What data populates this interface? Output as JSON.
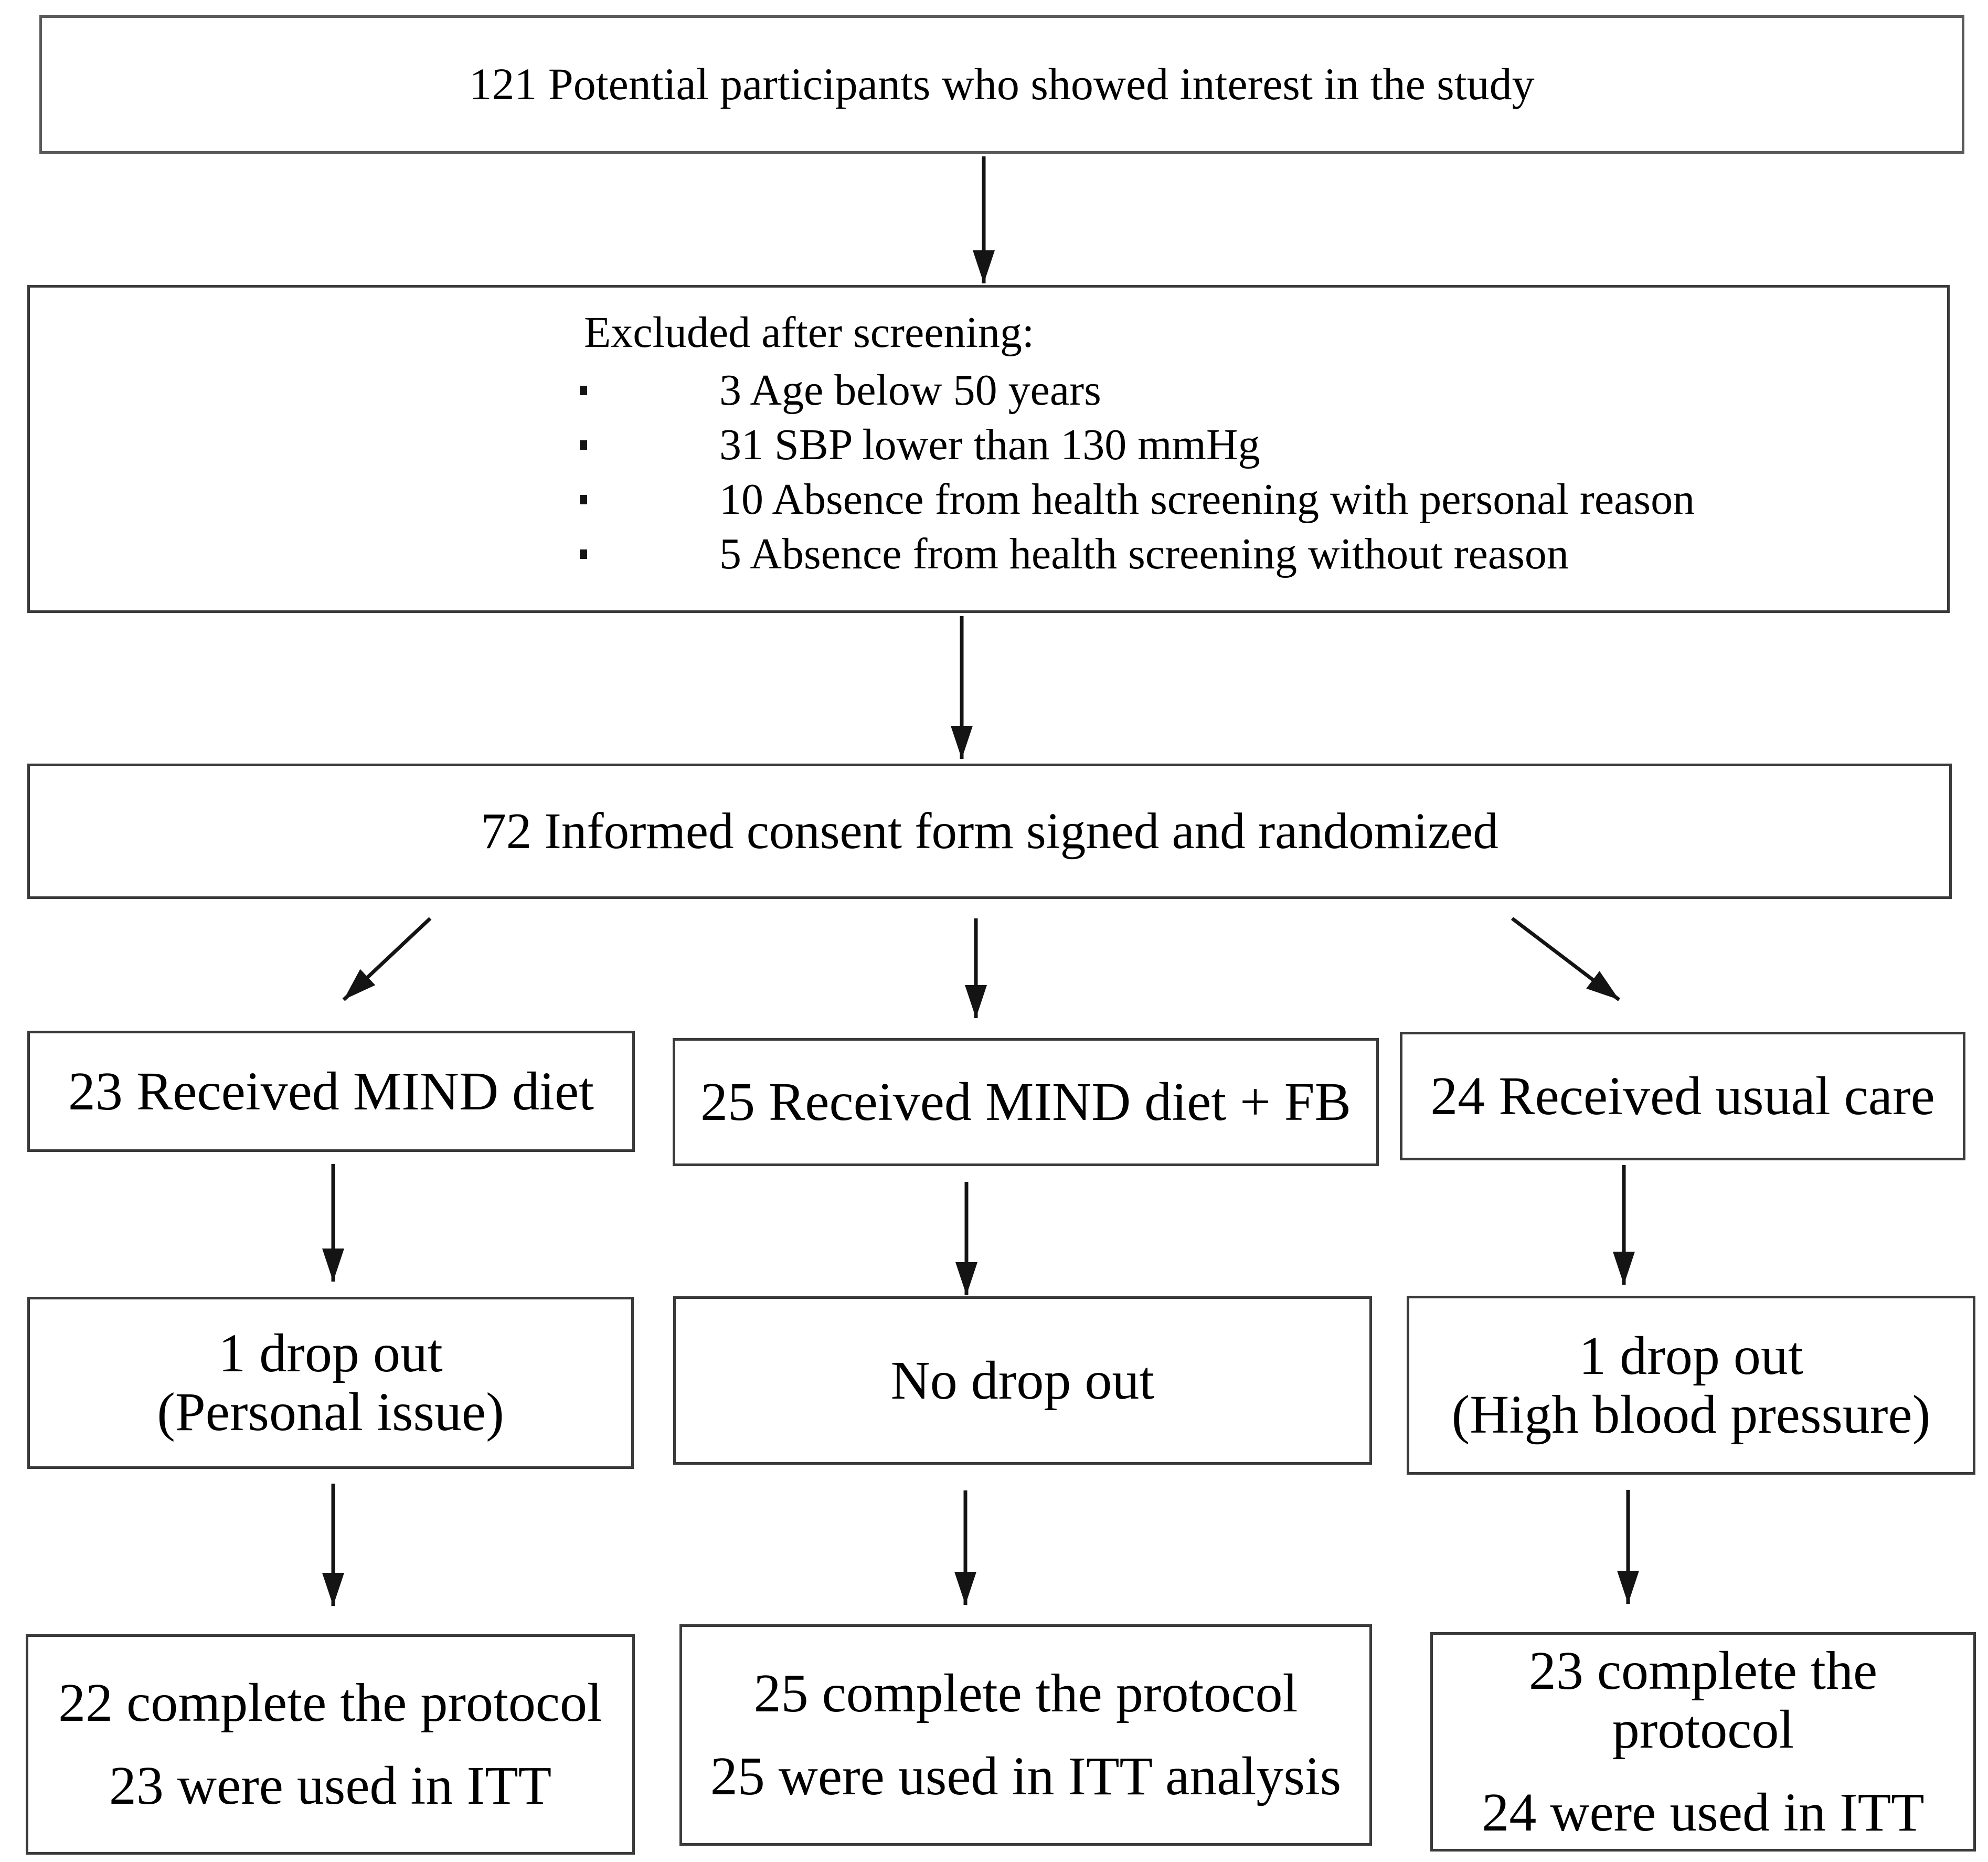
{
  "flowchart": {
    "enrollment": {
      "text": "121 Potential participants who showed interest in the study"
    },
    "excluded": {
      "title": "Excluded after screening:",
      "items": [
        "3 Age below 50 years",
        "31 SBP lower than 130 mmHg",
        "10 Absence from health screening with personal reason",
        "5 Absence from health screening without reason"
      ]
    },
    "randomized": {
      "text": "72 Informed consent form signed and randomized"
    },
    "arms": [
      {
        "received": "23 Received MIND diet",
        "dropout_line1": "1 drop out",
        "dropout_line2": "(Personal issue)",
        "complete_line1": "22 complete the protocol",
        "complete_line2": "23 were used in ITT"
      },
      {
        "received": "25 Received MIND diet + FB",
        "dropout_line1": "No drop out",
        "complete_line1": "25 complete the protocol",
        "complete_line2": "25 were used in ITT analysis"
      },
      {
        "received": "24 Received usual care",
        "dropout_line1": "1 drop out",
        "dropout_line2": "(High blood pressure)",
        "complete_line1": "23 complete the protocol",
        "complete_line2": "24 were used in ITT"
      }
    ],
    "colors": {
      "background": "#ffffff",
      "text": "#000000",
      "box_border": "#3a3a3a",
      "arrow": "#141414"
    }
  }
}
